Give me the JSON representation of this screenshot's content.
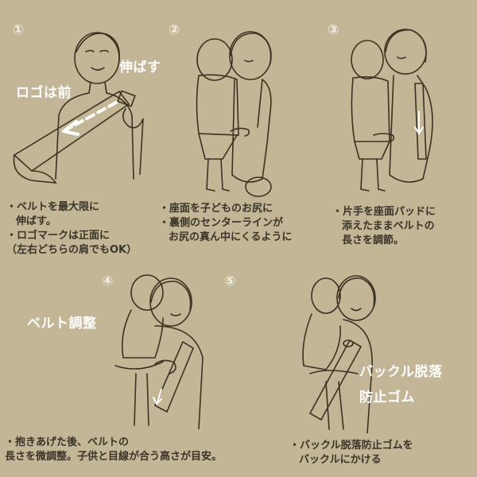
{
  "colors": {
    "background": "#c2b697",
    "line_art": "#3b3122",
    "caption_text": "#3a3428",
    "overlay_text": "#ffffff",
    "step_number": "#f3efe4"
  },
  "steps": [
    {
      "number": "①",
      "overlay_labels": [
        "伸ばす",
        "ロゴは前"
      ],
      "caption": {
        "bullet1": [
          "・ベルトを最大限に",
          "伸ばす。"
        ],
        "bullet2": [
          "・ロゴマークは正面に",
          "（左右どちらの肩でもOK）"
        ]
      }
    },
    {
      "number": "②",
      "caption": {
        "bullet1": [
          "・座面を子どものお尻に"
        ],
        "bullet2": [
          "・裏側のセンターラインが",
          "お尻の真ん中にくるように"
        ]
      }
    },
    {
      "number": "③",
      "caption": {
        "bullet1": [
          "・片手を座面パッドに",
          "添えたままベルトの",
          "長さを調節。"
        ]
      }
    },
    {
      "number": "④",
      "overlay_labels": [
        "ベルト調整"
      ],
      "caption": {
        "bullet1": [
          "・抱きあげた後、ベルトの",
          "長さを微調整。子供と目線が合う高さが目安。"
        ]
      }
    },
    {
      "number": "⑤",
      "overlay_labels": [
        "バックル脱落",
        "防止ゴム"
      ],
      "caption": {
        "bullet1": [
          "・バックル脱落防止ゴムを",
          "バックルにかける"
        ]
      }
    }
  ]
}
